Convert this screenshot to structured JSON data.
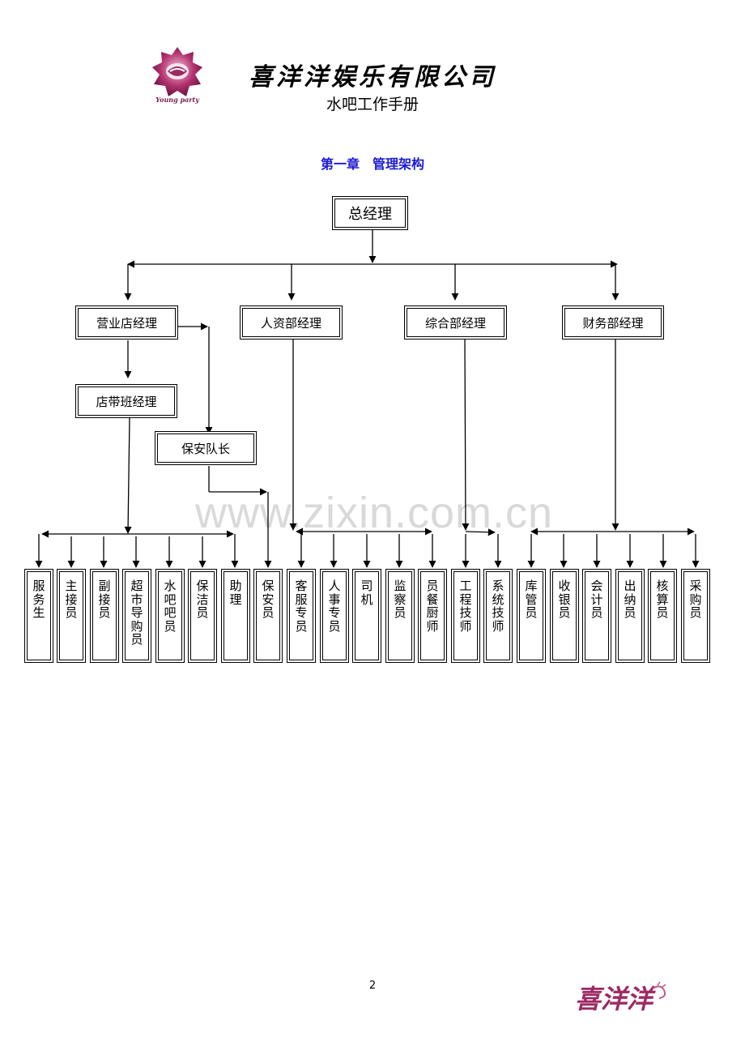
{
  "header": {
    "logo_text": "Young party",
    "company": "喜洋洋娱乐有限公司",
    "subtitle": "水吧工作手册"
  },
  "chapter_title": "第一章　管理架构",
  "watermark": "www.zixin.com.cn",
  "org": {
    "top": "总经理",
    "managers": [
      "营业店经理",
      "人资部经理",
      "综合部经理",
      "财务部经理"
    ],
    "shift_manager": "店带班经理",
    "security_captain": "保安队长",
    "staff": [
      "服务生",
      "主接员",
      "副接员",
      "超市导购员",
      "水吧吧员",
      "保洁员",
      "助理",
      "保安员",
      "客服专员",
      "人事专员",
      "司机",
      "监察员",
      "员餐厨师",
      "工程技师",
      "系统技师",
      "库管员",
      "收银员",
      "会计员",
      "出纳员",
      "核算员",
      "采购员"
    ]
  },
  "footer": {
    "page_number": "2",
    "brand": "喜洋洋"
  }
}
